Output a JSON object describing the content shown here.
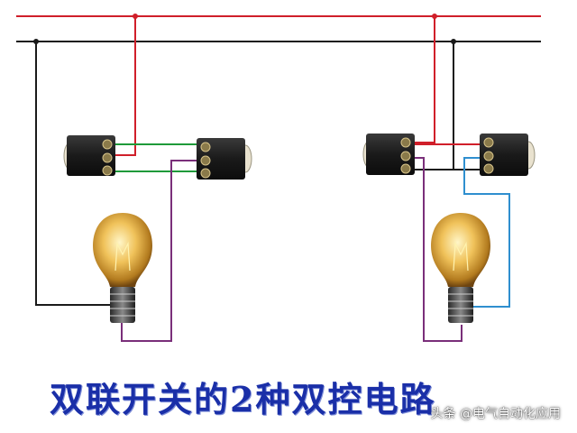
{
  "caption": "双联开关的2种双控电路",
  "watermark": "头条 @电气自动化应用",
  "colors": {
    "live": "#d01f2a",
    "neutral": "#1a1a1a",
    "green_wire": "#1f9a3a",
    "purple_wire": "#7a2f7a",
    "blue_wire": "#2f8fcf",
    "caption": "#1a2fa8"
  },
  "diagram": {
    "power_lines": [
      "live-wire",
      "neutral-wire"
    ],
    "circuits": [
      {
        "id": "left",
        "components": [
          "double-switch-a",
          "double-switch-b",
          "light-bulb"
        ],
        "traveler_color": "green"
      },
      {
        "id": "right",
        "components": [
          "double-switch-a",
          "double-switch-b",
          "light-bulb"
        ],
        "traveler_color": "red-black"
      }
    ]
  }
}
